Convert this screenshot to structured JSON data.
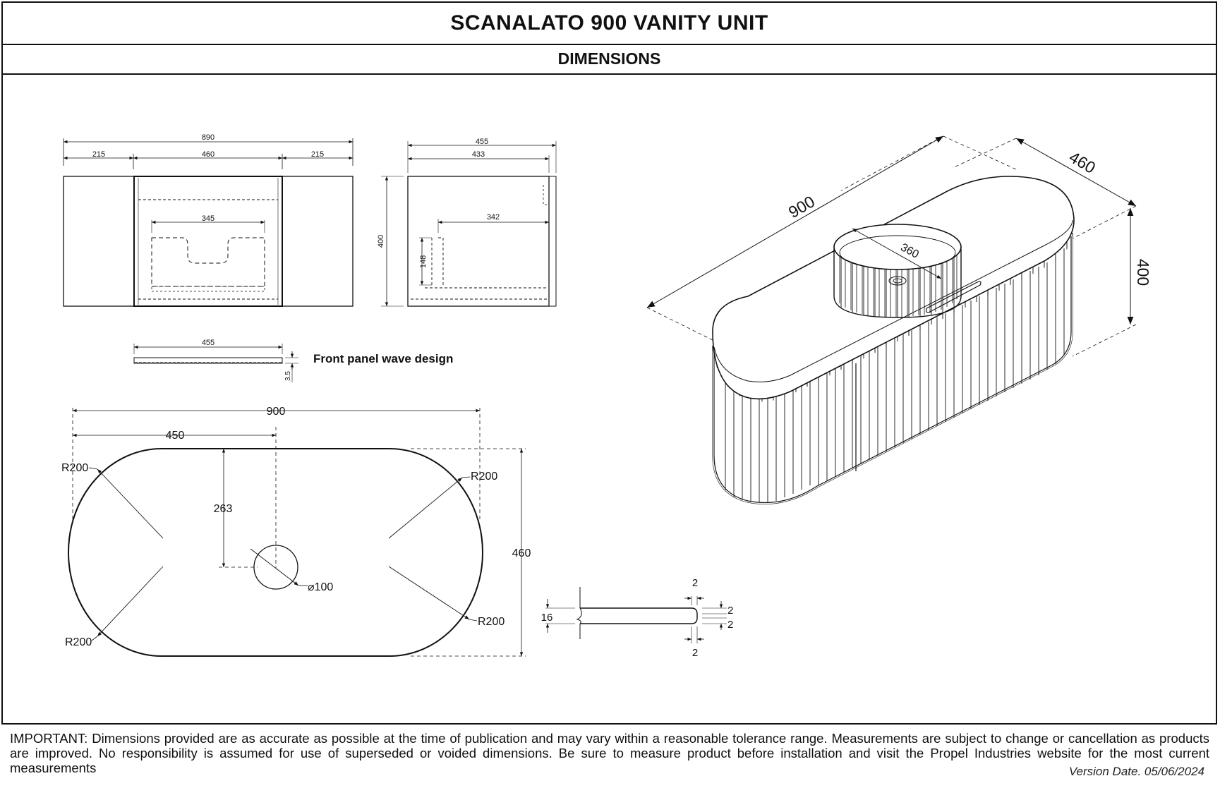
{
  "header": {
    "title": "SCANALATO 900 VANITY UNIT",
    "subtitle": "DIMENSIONS"
  },
  "front_view": {
    "overall_width": "890",
    "left_segment": "215",
    "center_segment": "460",
    "right_segment": "215",
    "basin_cutout_width": "345"
  },
  "side_view": {
    "overall_depth": "455",
    "inner_depth": "433",
    "height": "400",
    "cutout_depth": "342",
    "cutout_height": "148"
  },
  "wave_panel": {
    "width": "455",
    "thickness": "3.5",
    "label": "Front panel wave design"
  },
  "top_plan": {
    "overall_width": "900",
    "half_width": "450",
    "waste_offset": "263",
    "waste_diameter": "⌀100",
    "depth": "460",
    "radius_top_left": "R200",
    "radius_top_right": "R200",
    "radius_bottom_left": "R200",
    "radius_bottom_right": "R200"
  },
  "edge_profile": {
    "thickness": "16",
    "top_gap": "2",
    "bottom_gap": "2",
    "right_upper": "2",
    "right_lower": "2"
  },
  "iso_view": {
    "width": "900",
    "depth": "460",
    "height": "400",
    "basin_diameter": "360"
  },
  "footer": {
    "important_label": "IMPORTANT:",
    "disclaimer": "Dimensions provided are as accurate as possible at the time of publication and may vary within a reasonable tolerance range. Measurements are subject to change or cancellation as products are improved. No responsibility is assumed for use of superseded or voided dimensions. Be sure to measure product before installation and visit the Propel Industries website for the most current measurements",
    "version": "Version Date. 05/06/2024"
  }
}
